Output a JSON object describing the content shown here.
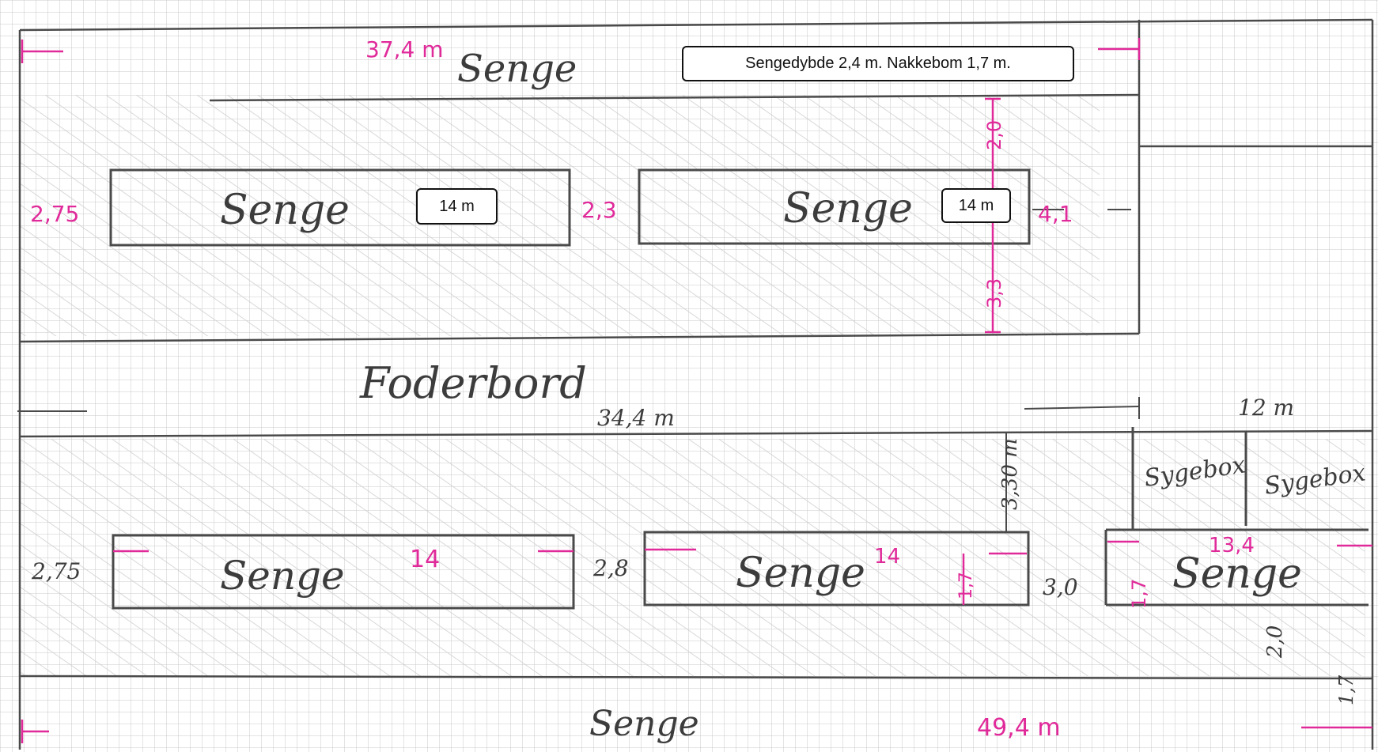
{
  "colors": {
    "pen": "#4a4a4a",
    "annotation": "#e02a9a",
    "grid": "#c9c9c9",
    "hatch": "#cfcfcf"
  },
  "notes": {
    "top_banner": "Sengedybde 2,4 m. Nakkebom 1,7 m.",
    "bed_left_length": "14 m",
    "bed_right_length": "14 m"
  },
  "labels": {
    "top_senge": "Senge",
    "bed1": "Senge",
    "bed2": "Senge",
    "foderbord": "Foderbord",
    "bed3": "Senge",
    "bed4": "Senge",
    "bed5": "Senge",
    "sygebox1": "Sygebox",
    "sygebox2": "Sygebox",
    "bottom_senge": "Senge"
  },
  "dimensions": {
    "total_top": "37,4 m",
    "left_gap_top": "2,75",
    "mid_gap_top": "2,3",
    "right_gap_top": "4,1",
    "vert_top": "2,0",
    "vert_mid": "3,3",
    "foderbord_length": "34,4 m",
    "right_small": "12 m",
    "vert_lower": "3,30 m",
    "left_gap_bottom": "2,75",
    "mid_gap_bottom": "2,8",
    "bed3_len": "14",
    "bed4_len": "14",
    "bed4_depth": "1,7",
    "right_gap_bottom": "3,0",
    "bed5_depth": "1,7",
    "bed5_len": "13,4",
    "vert_bottom": "2,0",
    "total_bottom": "49,4 m",
    "corner_small": "1,7"
  }
}
